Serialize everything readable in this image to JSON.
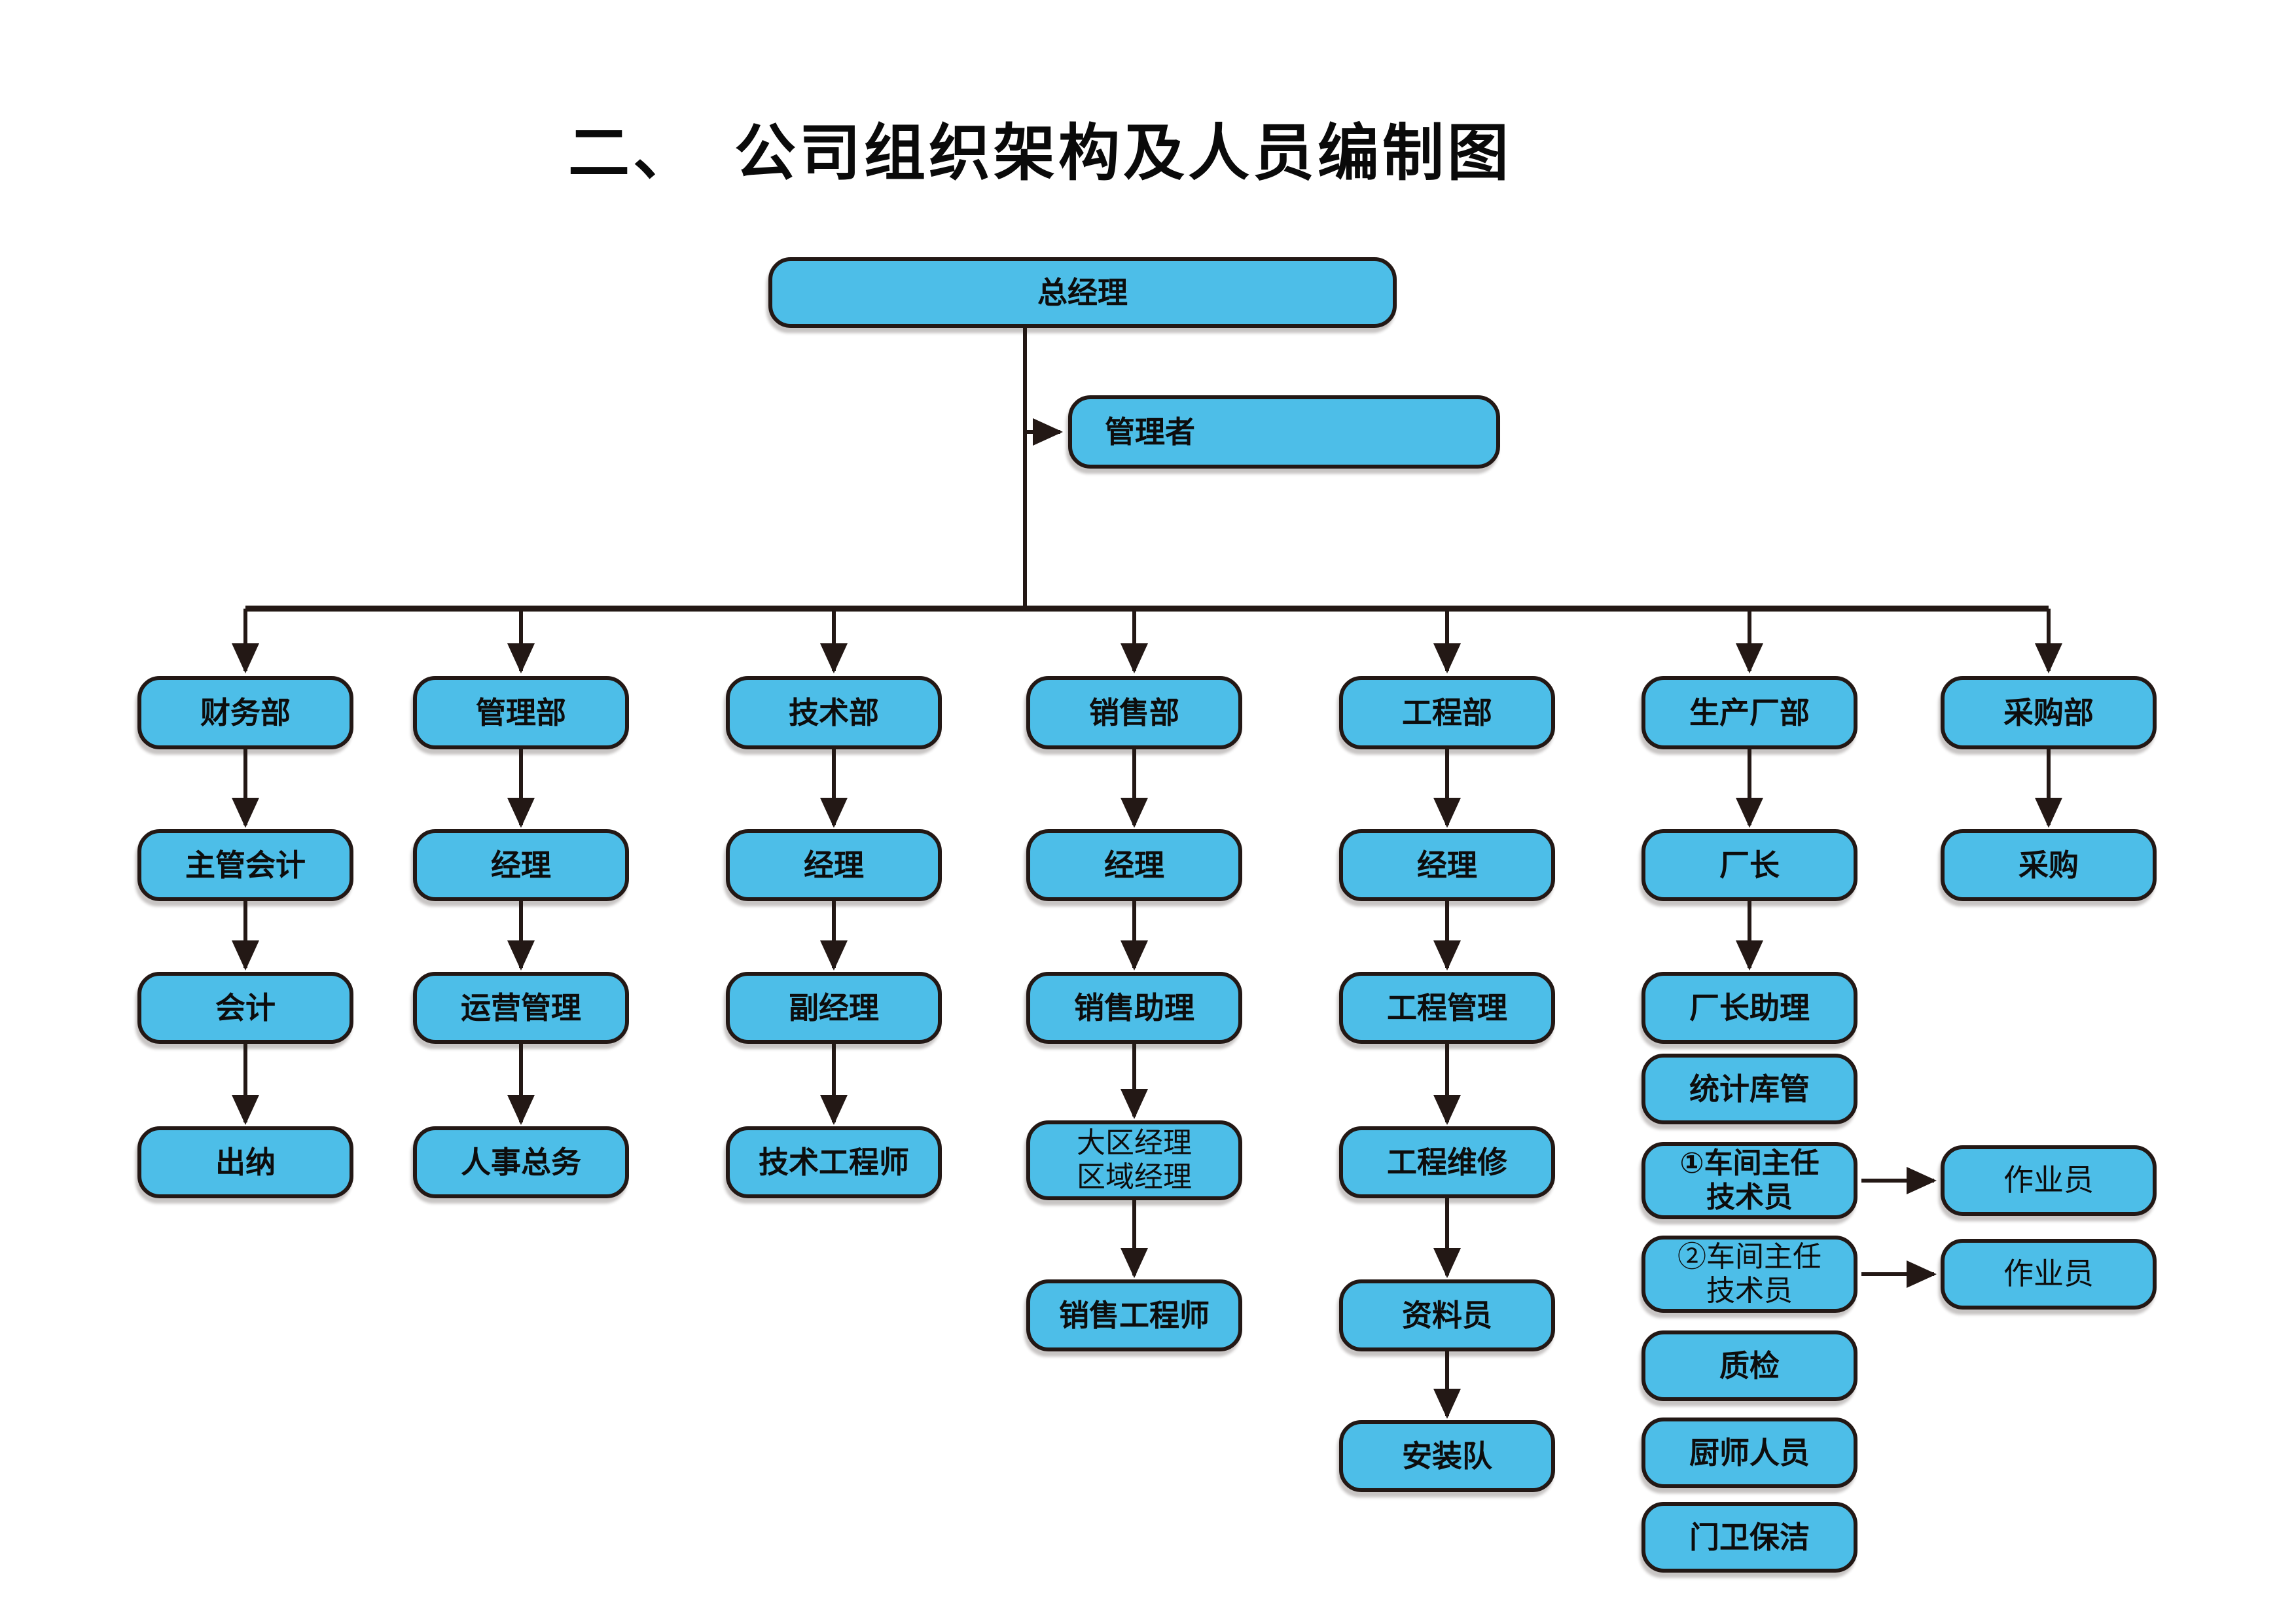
{
  "page_title": {
    "index": "二、",
    "text": "公司组织架构及人员编制图"
  },
  "colors": {
    "box_fill": "#4DBEE8",
    "box_border": "#231815",
    "connector_line": "#231815",
    "title_text": "#0a0a0a",
    "background": "#ffffff"
  },
  "chart": {
    "root": {
      "label": "总经理"
    },
    "staff": {
      "label": "管理者"
    },
    "columns": [
      {
        "dept": "财务部",
        "chain": [
          "主管会计",
          "会计",
          "出纳"
        ]
      },
      {
        "dept": "管理部",
        "chain": [
          "经理",
          "运营管理",
          "人事总务"
        ]
      },
      {
        "dept": "技术部",
        "chain": [
          "经理",
          "副经理",
          "技术工程师"
        ]
      },
      {
        "dept": "销售部",
        "chain": [
          "经理",
          "销售助理",
          "大区经理\n区域经理",
          "销售工程师"
        ]
      },
      {
        "dept": "工程部",
        "chain": [
          "经理",
          "工程管理",
          "工程维修",
          "资料员",
          "安装队"
        ]
      },
      {
        "dept": "生产厂部",
        "chain": [
          "厂长",
          "厂长助理",
          "统计库管",
          "①车间主任\n技术员",
          "②车间主任\n技术员",
          "质检",
          "厨师人员",
          "门卫保洁"
        ]
      },
      {
        "dept": "采购部",
        "chain": [
          "采购"
        ]
      }
    ],
    "workers": [
      {
        "label": "作业员"
      },
      {
        "label": "作业员"
      }
    ]
  }
}
